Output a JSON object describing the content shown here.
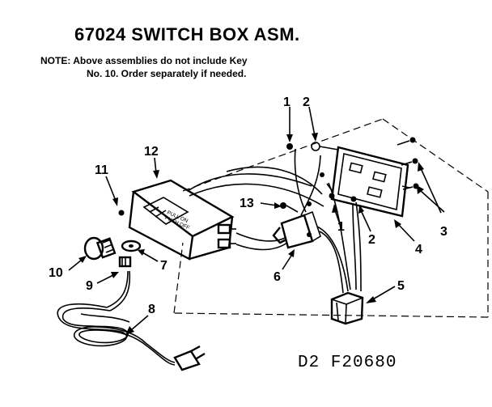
{
  "title": "67024 SWITCH BOX ASM.",
  "note": {
    "line1": "NOTE: Above assemblies do not include Key",
    "line2": "No. 10. Order separately if needed."
  },
  "reference": "D2  F20680",
  "switch_label": {
    "line1": "PULL ON",
    "line2": "PUSH OFF"
  },
  "callouts": {
    "c1a": "1",
    "c2a": "2",
    "c3": "3",
    "c12": "12",
    "c11": "11",
    "c13": "13",
    "c1b": "1",
    "c2b": "2",
    "c4": "4",
    "c10": "10",
    "c9": "9",
    "c7": "7",
    "c6": "6",
    "c5": "5",
    "c8": "8"
  },
  "colors": {
    "ink": "#000000",
    "paper": "#ffffff"
  }
}
